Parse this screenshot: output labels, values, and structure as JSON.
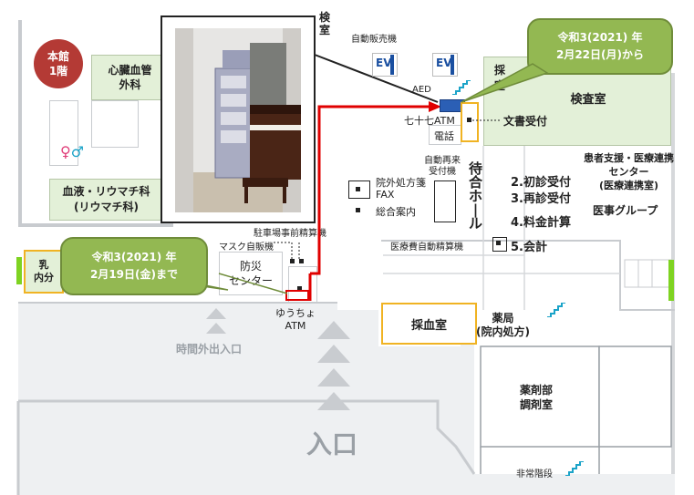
{
  "building_badge": {
    "line1": "本館",
    "line2": "1階"
  },
  "callout_new": {
    "line1": "令和3(2021) 年",
    "line2": "2月22日(月)から"
  },
  "callout_old": {
    "line1": "令和3(2021) 年",
    "line2": "2月19日(金)まで"
  },
  "rooms": {
    "cardio": "心臓血管\n外科",
    "hematology_line1": "血液・リウマチ科",
    "hematology_line2": "(リウマチ科)",
    "internal_partial_1": "乳",
    "internal_partial_2": "内分",
    "disaster_center": "防災\nセンター",
    "blood_collection": "採血室",
    "pharmacy_window": "薬局\n(院内処方)",
    "pharmacy_dept": "薬剤部\n調剤室",
    "inspection": "検査室",
    "inspection_partial": "採\n室",
    "partial_top": "検\n室",
    "patient_support": "患者支援・医療連携\nセンター\n(医療連携室)",
    "medical_affairs": "医事グループ",
    "waiting_hall": "待\n合\nホ\n|\nル"
  },
  "labels": {
    "vending": "自動販売機",
    "aed": "AED",
    "atm_77": "七十七ATM",
    "phone": "電話",
    "document_reception": "文書受付",
    "auto_reception": "自動再来\n受付機",
    "outside_prescription": "院外処方箋\nFAX",
    "general_info": "総合案内",
    "parking_machine": "駐車場事前精算機",
    "mask_vending": "マスク自販機",
    "fee_machine": "医療費自動精算機",
    "yucho_atm": "ゆうちょ\nATM",
    "after_hours_entrance": "時間外出入口",
    "entrance": "入口",
    "emergency_stairs": "非常階段",
    "ev": "EV"
  },
  "counters": [
    {
      "num": "2.",
      "label": "初診受付"
    },
    {
      "num": "3.",
      "label": "再診受付"
    },
    {
      "num": "4.",
      "label": "料金計算"
    },
    {
      "num": "5.",
      "label": "会計"
    }
  ],
  "colors": {
    "badge": "#b43a35",
    "callout": "#93b852",
    "room_fill": "#e3f0d8",
    "corridor": "#eef0f2",
    "highlight_border": "#f0b323",
    "route_red": "#e00000",
    "restroom_female": "#e0407a",
    "restroom_male": "#1aa3c8",
    "atm_blue": "#2b5fb5",
    "triangle": "#c9ccd0",
    "lime": "#7ed321"
  },
  "photo": {
    "description_icon": "atm-photo"
  }
}
